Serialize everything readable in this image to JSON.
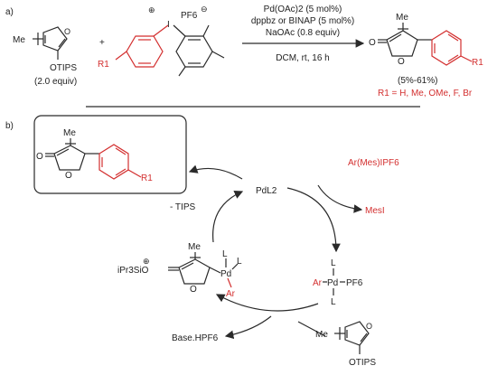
{
  "part_a": {
    "label": "a)",
    "reactant1": {
      "me": "Me",
      "otips": "OTIPS",
      "equiv": "(2.0 equiv)"
    },
    "plus": "+",
    "reagent": {
      "charge_plus": "⊕",
      "pf6": "PF6",
      "charge_minus": "⊖",
      "r1": "R1"
    },
    "conditions": {
      "line1": "Pd(OAc)2 (5 mol%)",
      "line2": "dppbz or BINAP (5 mol%)",
      "line3": "NaOAc (0.8 equiv)",
      "line4": "DCM, rt, 16 h"
    },
    "product": {
      "me": "Me",
      "o_carbonyl": "O",
      "o_ring": "O",
      "r1": "R1",
      "yield": "(5%-61%)",
      "substituents": "R1 = H, Me, OMe, F, Br"
    }
  },
  "part_b": {
    "label": "b)",
    "product_box": {
      "me": "Me",
      "o_carbonyl": "O",
      "o_ring": "O",
      "r1": "R1"
    },
    "catalyst": "PdL2",
    "oxidant": "Ar(Mes)IPF6",
    "byproduct1": "MesI",
    "tips_loss": "- TIPS",
    "base_byproduct": "Base.HPF6",
    "pd4_complex": {
      "ar": "Ar",
      "pd": "Pd",
      "pf6": "PF6",
      "l_top": "L",
      "l_bottom": "L"
    },
    "intermediate": {
      "me": "Me",
      "charge": "⊕",
      "siloxy": "iPr3SiO",
      "o_ring": "O",
      "pd": "Pd",
      "l1": "L",
      "l2": "L",
      "ar": "Ar"
    },
    "nucleophile": {
      "me": "Me",
      "otips": "OTIPS"
    }
  }
}
